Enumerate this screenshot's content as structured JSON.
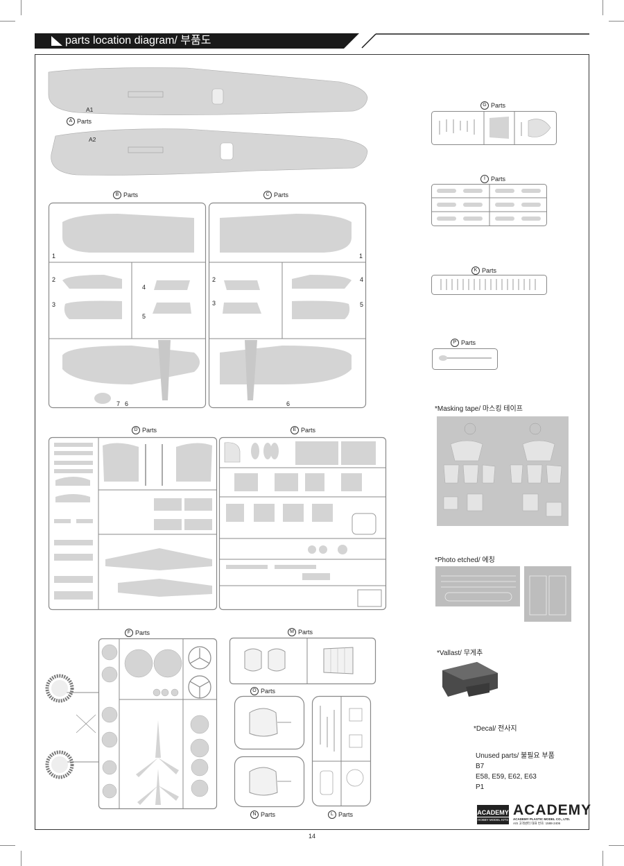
{
  "header": {
    "title": "parts location diagram/ 부품도"
  },
  "sprues": {
    "a1": "A1",
    "a2": "A2",
    "a": {
      "letter": "A",
      "text": "Parts"
    },
    "b": {
      "letter": "B",
      "text": "Parts"
    },
    "c": {
      "letter": "C",
      "text": "Parts"
    },
    "d": {
      "letter": "D",
      "text": "Parts"
    },
    "e": {
      "letter": "E",
      "text": "Parts"
    },
    "f": {
      "letter": "F",
      "text": "Parts"
    },
    "g": {
      "letter": "G",
      "text": "Parts"
    },
    "i": {
      "letter": "I",
      "text": "Parts"
    },
    "k": {
      "letter": "K",
      "text": "Parts"
    },
    "p": {
      "letter": "P",
      "text": "Parts"
    },
    "m": {
      "letter": "M",
      "text": "Parts"
    },
    "o": {
      "letter": "O",
      "text": "Parts"
    },
    "n": {
      "letter": "N",
      "text": "Parts"
    },
    "l": {
      "letter": "L",
      "text": "Parts"
    }
  },
  "b_numbers": [
    "1",
    "2",
    "3",
    "4",
    "5",
    "6",
    "7"
  ],
  "c_numbers": [
    "1",
    "2",
    "3",
    "4",
    "5",
    "6"
  ],
  "extras": {
    "masking": "*Masking tape/ 마스킹 테이프",
    "photo": "*Photo etched/ 에칭",
    "vallast": "*Vallast/ 무게추",
    "decal": "*Decal/ 전사지"
  },
  "unused": {
    "title": "Unused parts/ 불필요 부품",
    "line1": "B7",
    "line2": "E58, E59, E62, E63",
    "line3": "P1"
  },
  "logos": {
    "badge": "ACADEMY",
    "badge_sub": "HOBBY MODEL KITS",
    "brand": "ACADEMY",
    "company": "ACADEMY PLASTIC MODEL CO., LTD.",
    "service": "A/S 고객센터 대표 번호: 1588-2406"
  },
  "page_number": "14"
}
